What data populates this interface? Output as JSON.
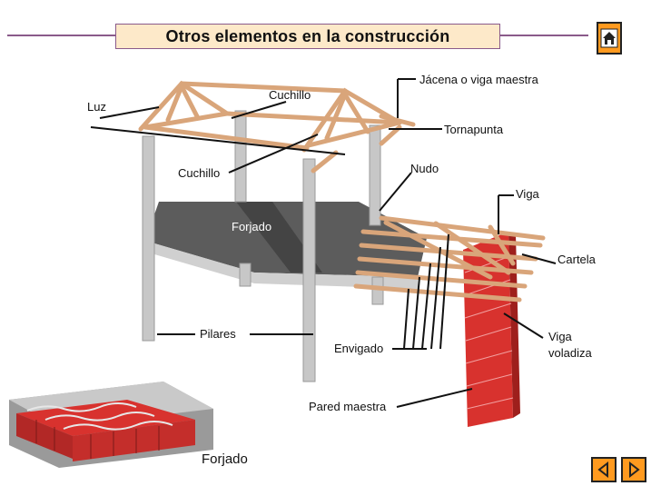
{
  "header": {
    "title": "Otros elementos en la construcción"
  },
  "labels": {
    "luz": "Luz",
    "cuchillo_top": "Cuchillo",
    "cuchillo_left": "Cuchillo",
    "jacena": "Jácena o viga maestra",
    "tornapunta": "Tornapunta",
    "nudo": "Nudo",
    "viga": "Viga",
    "forjado_slab": "Forjado",
    "cartela": "Cartela",
    "pilares": "Pilares",
    "envigado": "Envigado",
    "viga_voladiza_1": "Viga",
    "viga_voladiza_2": "voladiza",
    "pared_maestra": "Pared maestra"
  },
  "caption": "Forjado",
  "icons": {
    "home": "home-icon",
    "prev": "arrow-left-icon",
    "next": "arrow-right-icon"
  },
  "colors": {
    "accent": "#ff9a1f",
    "title_bg": "#fde9c9",
    "frame_line": "#8a5a8a",
    "wood": "#d9a57a",
    "brick": "#d8322e"
  }
}
